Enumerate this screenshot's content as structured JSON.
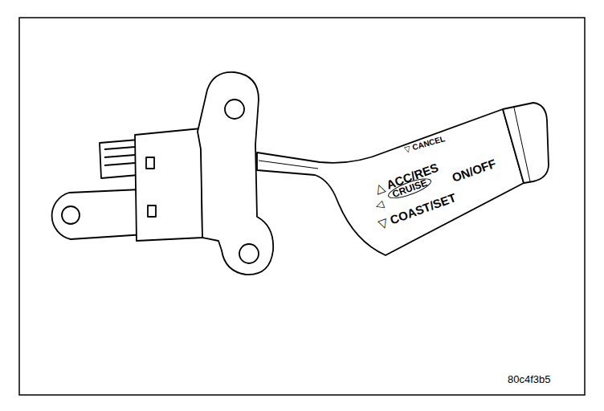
{
  "diagram": {
    "nodes": [
      {
        "text": [
          "CRUISE"
        ]
      }
    ],
    "labels": [
      "▽ CANCEL",
      "△ ACC/RES",
      "◁",
      "ON/OFF",
      "▽ COAST/SET",
      "80c4f3b5"
    ]
  }
}
